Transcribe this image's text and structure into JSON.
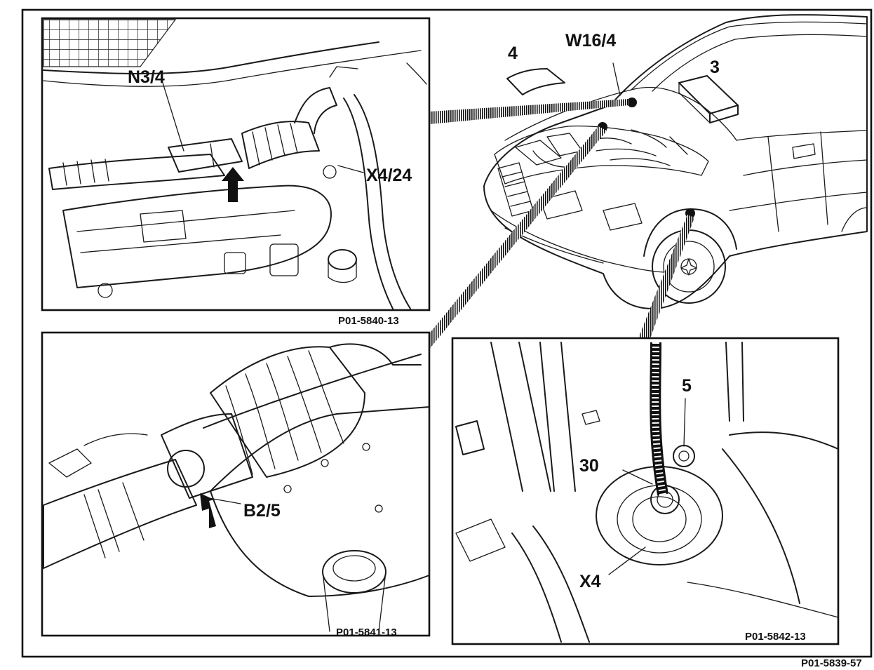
{
  "figure_ref": "P01-5839-57",
  "callouts": {
    "car": {
      "item_4": "4",
      "item_w16_4": "W16/4",
      "item_3": "3"
    },
    "top_left": {
      "ref": "P01-5840-13",
      "n3_4": "N3/4",
      "x4_24": "X4/24"
    },
    "bottom_left": {
      "ref": "P01-5841-13",
      "b2_5": "B2/5"
    },
    "bottom_right": {
      "ref": "P01-5842-13",
      "item_5": "5",
      "item_30": "30",
      "x4": "X4"
    }
  }
}
